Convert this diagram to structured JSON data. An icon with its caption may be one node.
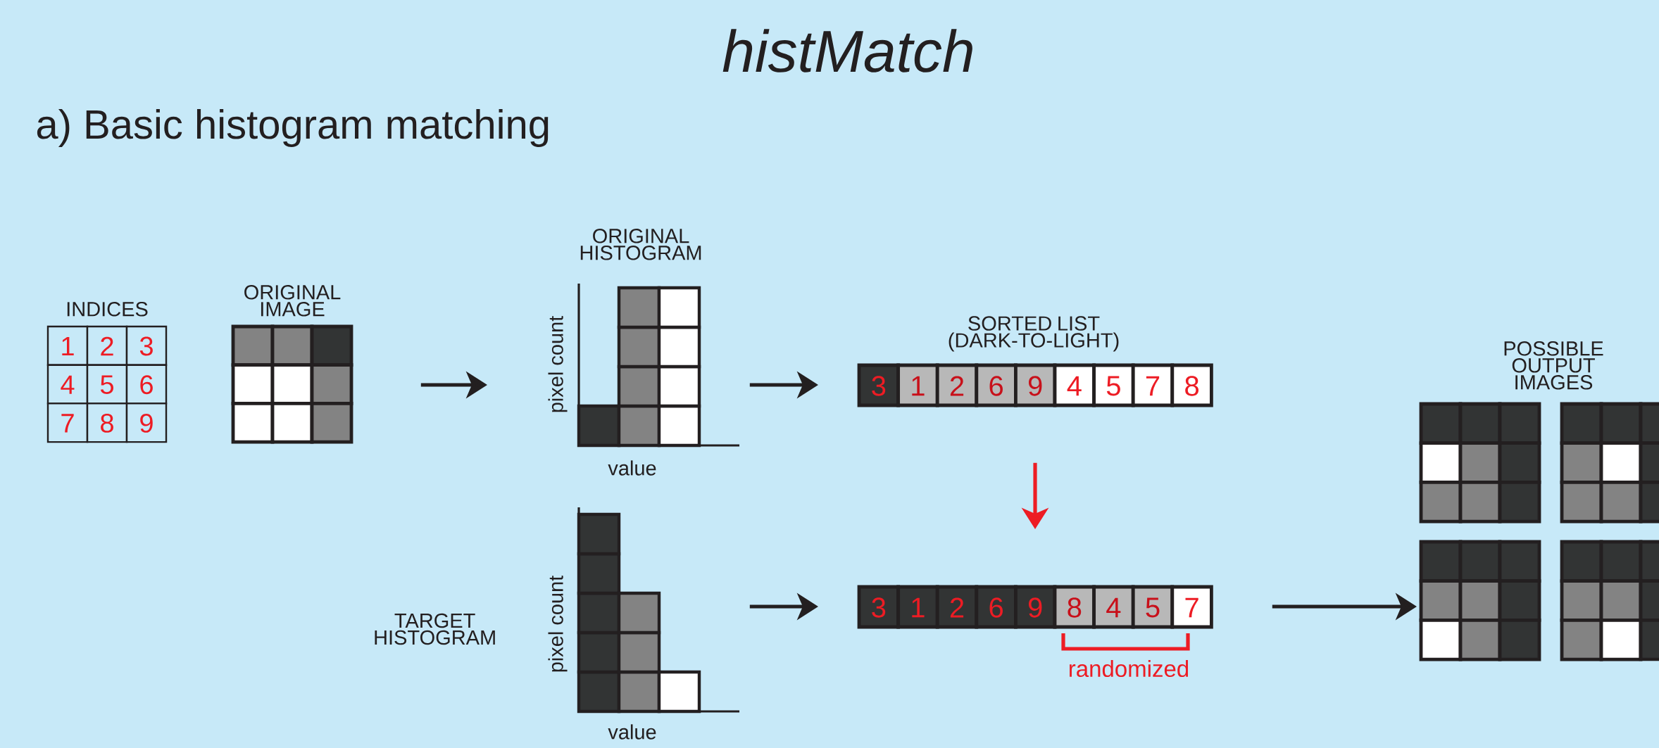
{
  "diagram": {
    "title": "histMatch",
    "nodes": [
      {
        "text": [
          "INDICES"
        ]
      },
      {
        "text": [
          "ORIGINAL IMAGE"
        ]
      },
      {
        "text": [
          "ORIGINAL HISTOGRAM"
        ],
        "beside": [
          "pixel count",
          "value"
        ]
      },
      {
        "text": [
          "SORTED LIST (DARK-TO-LIGHT)"
        ]
      },
      {
        "text": [
          "TARGET HISTOGRAM"
        ]
      },
      {
        "text": [],
        "shape": "bar"
      },
      {
        "text": [
          "POSSIBLE OUTPUT IMAGES"
        ]
      }
    ],
    "edges": [
      {
        "from": 1,
        "to": 2,
        "arrow": "to"
      },
      {
        "from": 2,
        "to": 3,
        "arrow": "to"
      },
      {
        "from": 4,
        "to": 5,
        "arrow": "to"
      },
      {
        "from": 3,
        "to": 5,
        "arrow": "to",
        "color": "#ed1c24"
      },
      {
        "from": 5,
        "to": 6,
        "arrow": "to"
      }
    ],
    "labels": [
      "a) Basic histogram matching",
      "1",
      "2",
      "3",
      "4",
      "5",
      "6",
      "7",
      "8",
      "9",
      "3",
      "1",
      "2",
      "6",
      "9",
      "4",
      "5",
      "7",
      "8",
      "3",
      "1",
      "2",
      "6",
      "9",
      "8",
      "4",
      "5",
      "7",
      "randomized",
      "pixel count",
      "value"
    ]
  }
}
